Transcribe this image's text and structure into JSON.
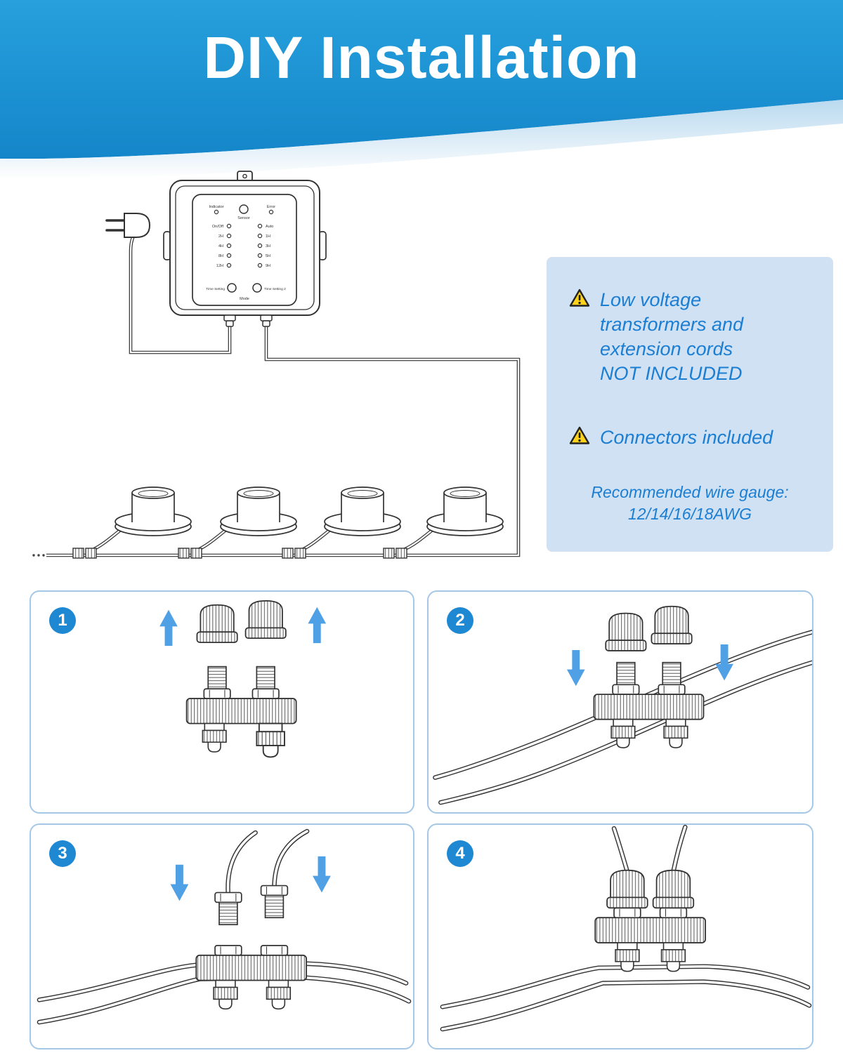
{
  "header": {
    "title": "DIY Installation"
  },
  "info_panel": {
    "warning1": "Low voltage\ntransformers and\nextension cords\nNOT INCLUDED",
    "warning2": "Connectors included",
    "note": "Recommended wire gauge:\n12/14/16/18AWG"
  },
  "controller": {
    "indicator": "Indicator",
    "sensor": "Sensor",
    "error": "Error",
    "left_leds": [
      "On/Off",
      "2H",
      "4H",
      "8H",
      "12H"
    ],
    "right_leds": [
      "Auto",
      "1H",
      "3H",
      "5H",
      "9H"
    ],
    "btn_left": "Time Setting",
    "btn_right": "Time Setting 2",
    "mode_label": "Mode"
  },
  "steps": [
    {
      "number": "1"
    },
    {
      "number": "2"
    },
    {
      "number": "3"
    },
    {
      "number": "4"
    }
  ],
  "colors": {
    "header_blue": "#1e97d6",
    "text_blue": "#1b7ed3",
    "panel_bg": "#cfe1f3",
    "arrow_blue": "#4fa0e4",
    "warning_yellow": "#ffd21c",
    "step_border": "#a6c8e6",
    "badge_blue": "#1e88d2"
  }
}
